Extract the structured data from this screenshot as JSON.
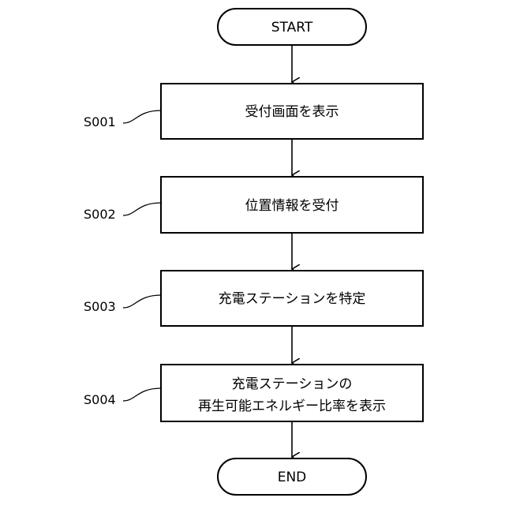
{
  "flowchart": {
    "start": {
      "label": "START"
    },
    "end": {
      "label": "END"
    },
    "steps": [
      {
        "id": "S001",
        "lines": [
          "受付画面を表示"
        ]
      },
      {
        "id": "S002",
        "lines": [
          "位置情報を受付"
        ]
      },
      {
        "id": "S003",
        "lines": [
          "充電ステーションを特定"
        ]
      },
      {
        "id": "S004",
        "lines": [
          "充電ステーションの",
          "再生可能エネルギー比率を表示"
        ]
      }
    ]
  }
}
